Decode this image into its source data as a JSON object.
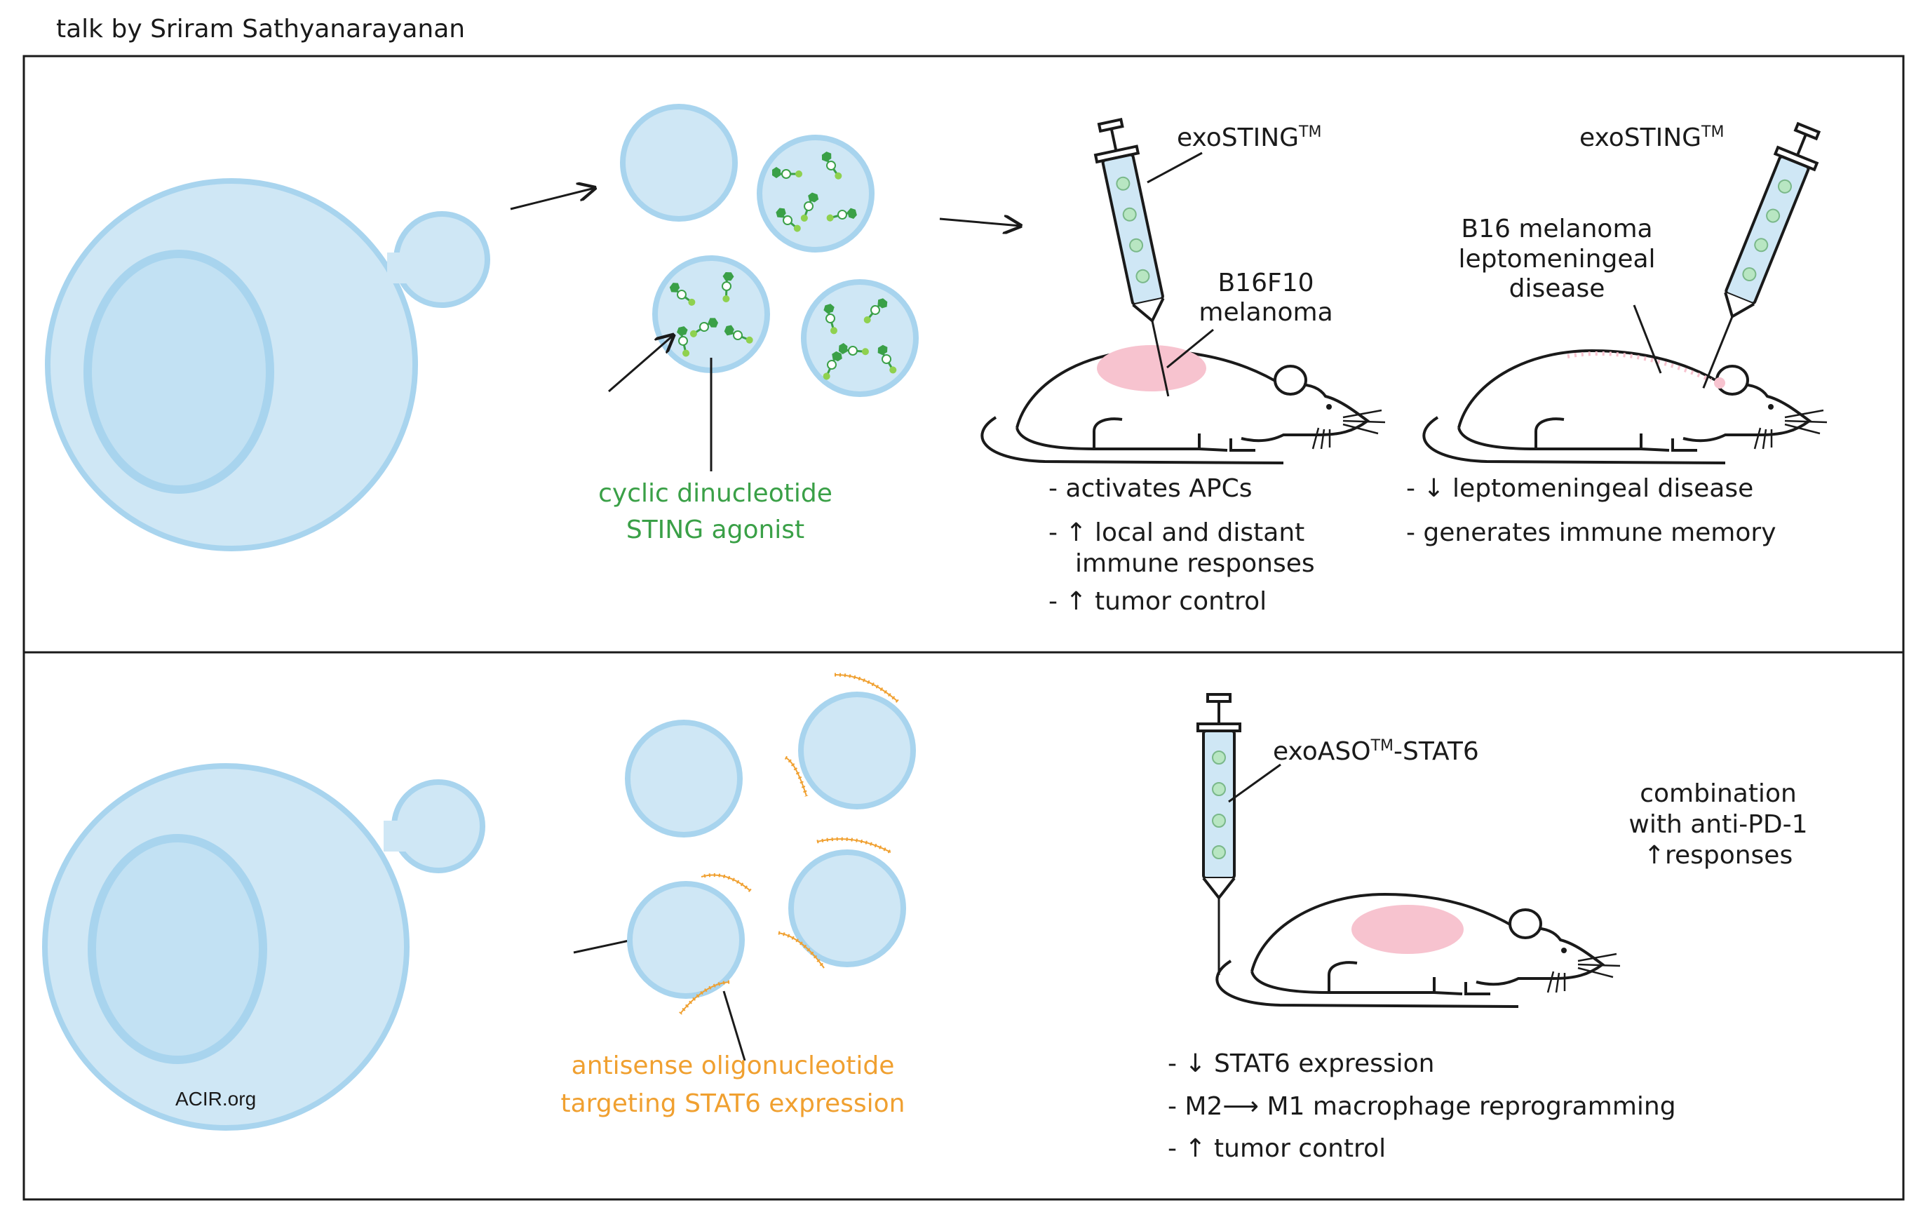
{
  "header": {
    "credit": "talk by Sriram Sathyanarayanan"
  },
  "top_panel": {
    "payload_label_line1": "cyclic dinucleotide",
    "payload_label_line2": "STING agonist",
    "drug1_name": "exoSTING",
    "drug1_tm": "TM",
    "tumor1_line1": "B16F10",
    "tumor1_line2": "melanoma",
    "effects1": {
      "line1": "- activates APCs",
      "line2": "- ↑ local and distant",
      "line3": "immune responses",
      "line4": "- ↑ tumor control"
    },
    "drug2_name": "exoSTING",
    "drug2_tm": "TM",
    "tumor2_line1": "B16 melanoma",
    "tumor2_line2": "leptomeningeal",
    "tumor2_line3": "disease",
    "effects2": {
      "line1": "- ↓ leptomeningeal disease",
      "line2": "- generates immune memory"
    }
  },
  "bottom_panel": {
    "payload_label_line1": "antisense oligonucleotide",
    "payload_label_line2": "targeting STAT6 expression",
    "drug_prefix": "exoASO",
    "drug_tm": "TM",
    "drug_suffix": "-STAT6",
    "combo_line1": "combination",
    "combo_line2": "with anti-PD-1",
    "combo_line3": "↑responses",
    "effects": {
      "line1": "- ↓ STAT6 expression",
      "line2": "- M2⟶ M1 macrophage reprogramming",
      "line3": "- ↑ tumor control"
    },
    "watermark": "ACIR.org"
  },
  "colors": {
    "cell_fill": "#cfe7f5",
    "cell_stroke": "#a8d4ee",
    "green": "#3aa047",
    "light_green": "#8fd14f",
    "orange": "#f0a030",
    "tumor_pink": "#f7c3cf",
    "ink": "#1a1a1a"
  }
}
